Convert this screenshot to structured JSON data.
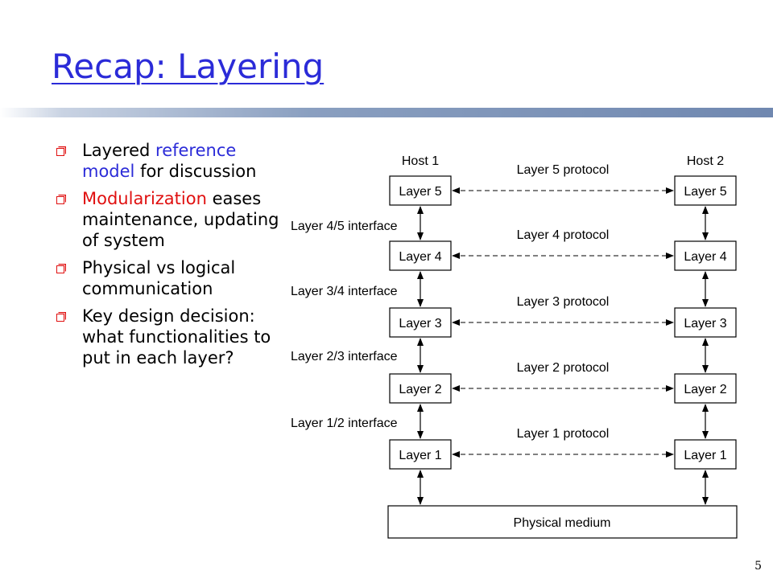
{
  "slide": {
    "title": "Recap: Layering",
    "page_number": "5"
  },
  "bullets": [
    {
      "segments": [
        {
          "text": "Layered ",
          "color": ""
        },
        {
          "text": "reference model",
          "color": "blue"
        },
        {
          "text": " for discussion",
          "color": ""
        }
      ]
    },
    {
      "segments": [
        {
          "text": "Modularization",
          "color": "red"
        },
        {
          "text": " eases maintenance, updating of system",
          "color": ""
        }
      ]
    },
    {
      "segments": [
        {
          "text": "Physical vs logical communication",
          "color": ""
        }
      ]
    },
    {
      "segments": [
        {
          "text": "Key design decision: what functionalities to put in each layer?",
          "color": ""
        }
      ]
    }
  ],
  "colors": {
    "blue": "#2b2bd8",
    "red": "#e01010",
    "bullet": "#e01010"
  },
  "diagram": {
    "host1_label": "Host 1",
    "host2_label": "Host 2",
    "layers": [
      {
        "name": "Layer 5",
        "protocol": "Layer 5 protocol"
      },
      {
        "name": "Layer 4",
        "protocol": "Layer 4 protocol"
      },
      {
        "name": "Layer 3",
        "protocol": "Layer 3 protocol"
      },
      {
        "name": "Layer 2",
        "protocol": "Layer 2 protocol"
      },
      {
        "name": "Layer 1",
        "protocol": "Layer 1 protocol"
      }
    ],
    "interfaces": [
      "Layer 4/5 interface",
      "Layer 3/4 interface",
      "Layer 2/3 interface",
      "Layer 1/2 interface"
    ],
    "medium_label": "Physical medium"
  }
}
